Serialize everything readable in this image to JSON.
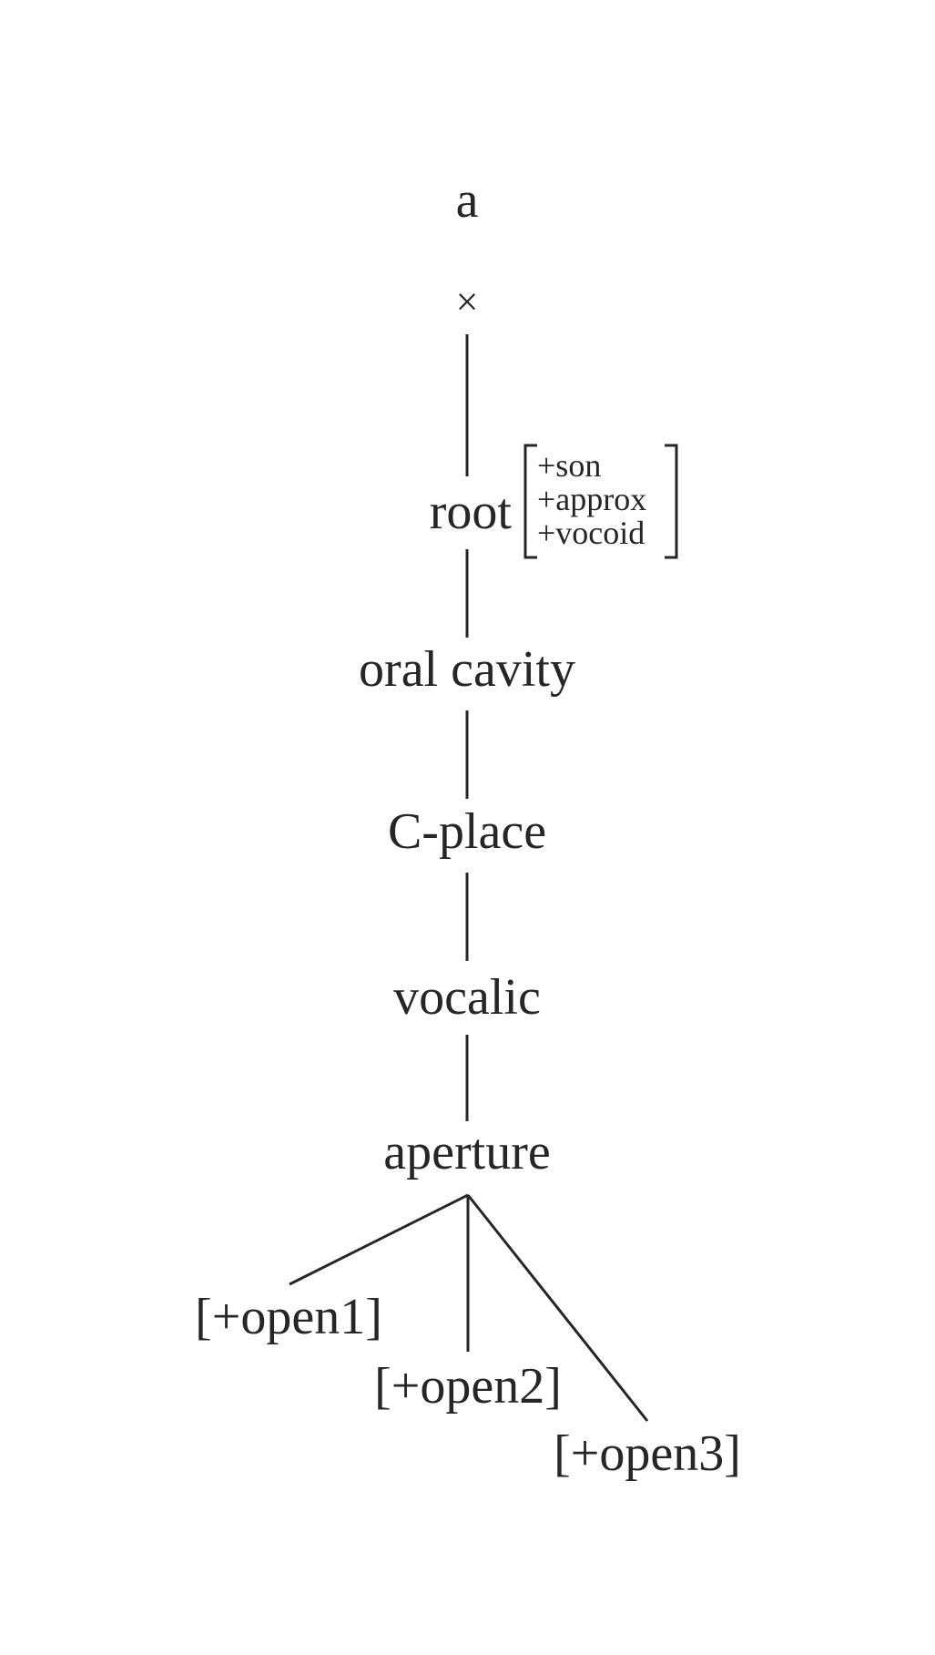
{
  "segment": "a",
  "timing_slot": "×",
  "nodes": {
    "root": "root",
    "oral_cavity": "oral cavity",
    "c_place": "C-place",
    "vocalic": "vocalic",
    "aperture": "aperture"
  },
  "root_features": [
    "+son",
    "+approx",
    "+vocoid"
  ],
  "aperture_features": [
    "[+open1]",
    "[+open2]",
    "[+open3]"
  ]
}
